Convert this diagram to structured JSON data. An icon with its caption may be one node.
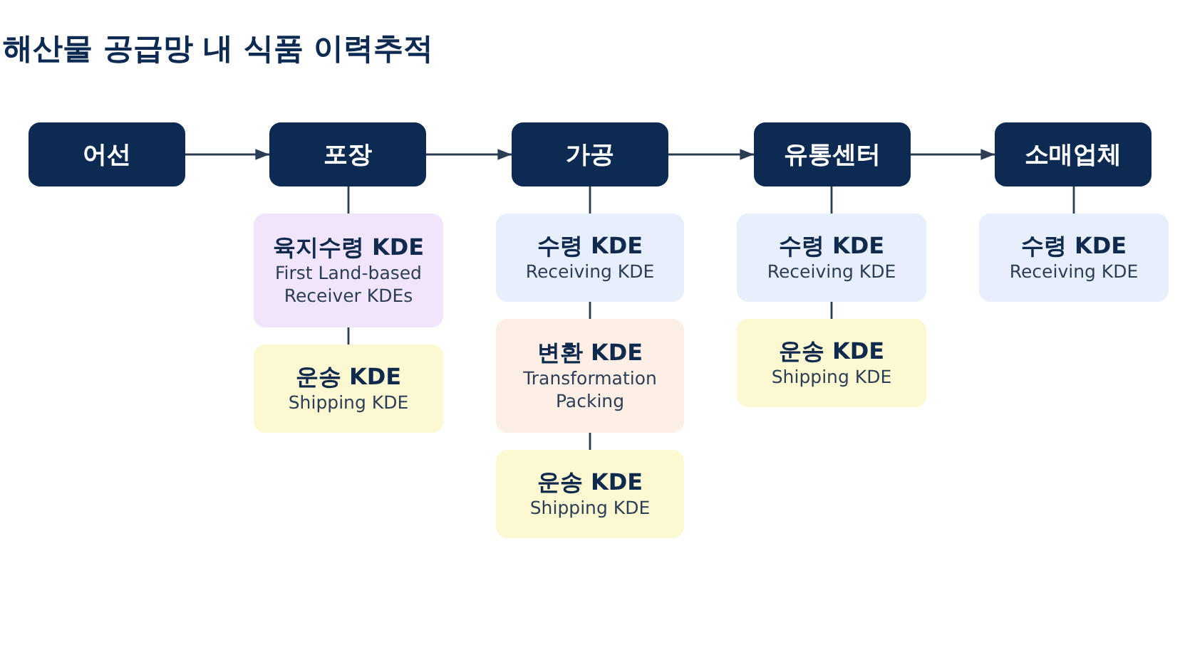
{
  "diagram": {
    "title": "해산물 공급망 내 식품 이력추적",
    "nodes": [
      {
        "text": [
          "어선"
        ]
      },
      {
        "text": [
          "포장"
        ]
      },
      {
        "text": [
          "가공"
        ]
      },
      {
        "text": [
          "유통센터"
        ]
      },
      {
        "text": [
          "소매업체"
        ]
      },
      {
        "text": [
          "육지수령 KDE",
          "First Land-based Receiver KDEs"
        ]
      },
      {
        "text": [
          "운송 KDE",
          "Shipping KDE"
        ]
      },
      {
        "text": [
          "수령 KDE",
          "Receiving KDE"
        ]
      },
      {
        "text": [
          "변환 KDE",
          "Transformation Packing"
        ]
      },
      {
        "text": [
          "운송 KDE",
          "Shipping KDE"
        ]
      },
      {
        "text": [
          "수령 KDE",
          "Receiving KDE"
        ]
      },
      {
        "text": [
          "운송 KDE",
          "Shipping KDE"
        ]
      },
      {
        "text": [
          "수령 KDE",
          "Receiving KDE"
        ]
      }
    ],
    "edges": [
      {
        "from": 0,
        "to": 1,
        "arrow": "to"
      },
      {
        "from": 1,
        "to": 2,
        "arrow": "to"
      },
      {
        "from": 2,
        "to": 3,
        "arrow": "to"
      },
      {
        "from": 3,
        "to": 4,
        "arrow": "to"
      },
      {
        "from": 1,
        "to": 5,
        "arrow": "none"
      },
      {
        "from": 5,
        "to": 6,
        "arrow": "none"
      },
      {
        "from": 2,
        "to": 7,
        "arrow": "none"
      },
      {
        "from": 7,
        "to": 8,
        "arrow": "none"
      },
      {
        "from": 8,
        "to": 9,
        "arrow": "none"
      },
      {
        "from": 3,
        "to": 10,
        "arrow": "none"
      },
      {
        "from": 10,
        "to": 11,
        "arrow": "none"
      },
      {
        "from": 4,
        "to": 12,
        "arrow": "none"
      }
    ]
  }
}
